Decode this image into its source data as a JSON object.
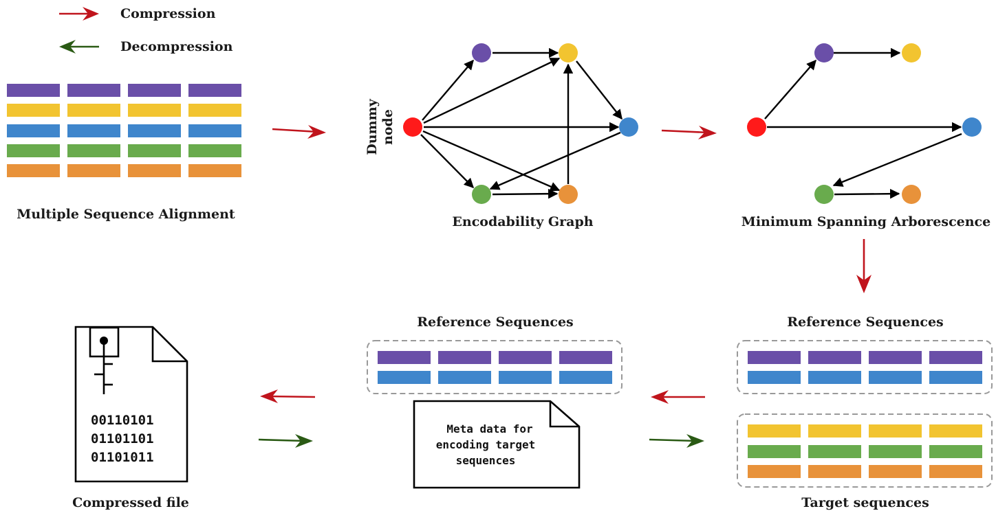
{
  "legend": {
    "compression_label": "Compression",
    "decompression_label": "Decompression"
  },
  "labels": {
    "msa": "Multiple Sequence Alignment",
    "graph": "Encodability Graph",
    "arborescence": "Minimum Spanning Arborescence",
    "dummy_line1": "Dummy",
    "dummy_line2": "node",
    "reference_1": "Reference Sequences",
    "reference_2": "Reference Sequences",
    "target": "Target sequences",
    "compressed_file": "Compressed file"
  },
  "compressed_file_bits": [
    "00110101",
    "01101101",
    "01101011"
  ],
  "metadata_note": [
    "Meta data for",
    "encoding target",
    "sequences"
  ],
  "colors": {
    "compression": "#c0141c",
    "decompression": "#2a5a14",
    "dummy": "#ff1a1a",
    "purple": "#6a4fa8",
    "yellow": "#f2c430",
    "blue": "#3f86cc",
    "green": "#69ab4d",
    "orange": "#e8923a"
  }
}
